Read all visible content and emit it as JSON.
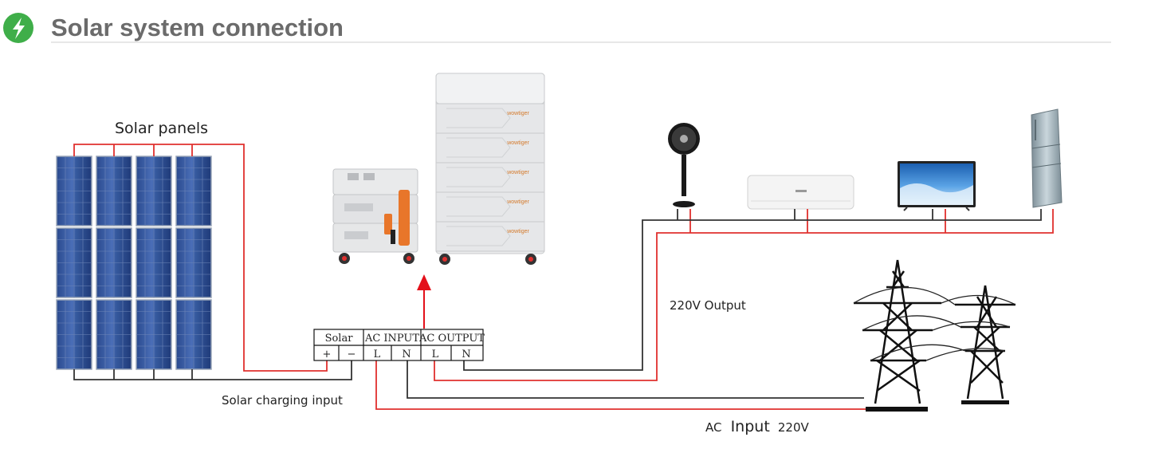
{
  "header": {
    "title": "Solar system connection",
    "icon": "lightning-bolt-icon",
    "icon_color": "#3fae49"
  },
  "labels": {
    "solar_panels": "Solar panels",
    "solar_charging_input": "Solar charging input",
    "output_220v": "220V Output",
    "ac_input_prefix": "AC",
    "ac_input_word": "Input",
    "ac_input_voltage": "220V"
  },
  "terminal_block": {
    "groups": [
      "Solar",
      "AC INPUT",
      "AC OUTPUT"
    ],
    "terminals": [
      "+",
      "−",
      "L",
      "N",
      "L",
      "N"
    ]
  },
  "battery_brand": "wowtiger",
  "colors": {
    "wire_red": "#e0302e",
    "wire_dark": "#333333",
    "arrow_red": "#e3101a",
    "accent_green": "#3fae49"
  }
}
